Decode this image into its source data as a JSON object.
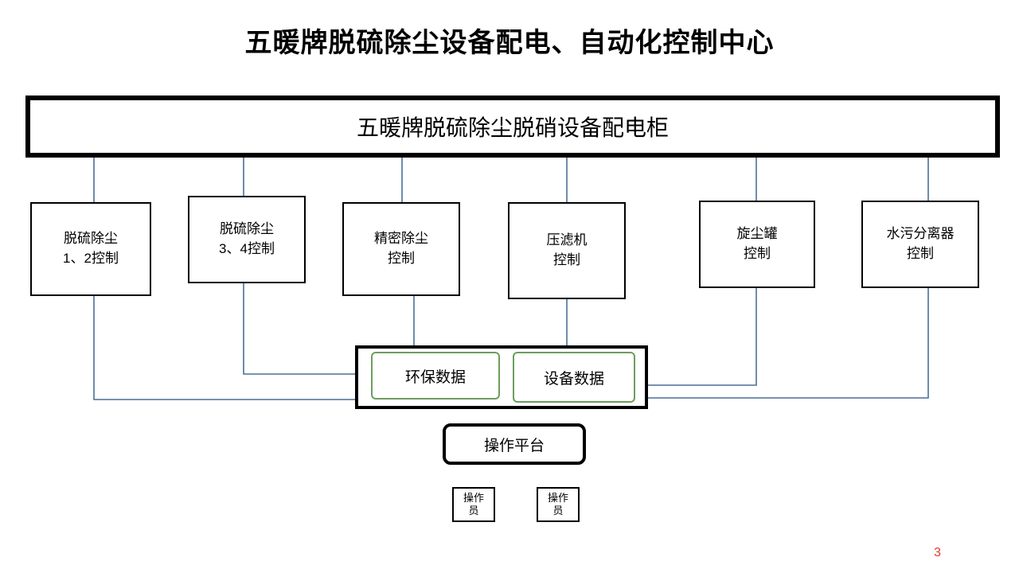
{
  "slide": {
    "title": "五暖牌脱硫除尘设备配电、自动化控制中心",
    "page_number": "3",
    "accent_color": "#6b9e5e",
    "line_color": "#4a6f95",
    "page_number_color": "#e03a2f"
  },
  "main_cabinet": {
    "label": "五暖牌脱硫除尘脱硝设备配电柜"
  },
  "controls": [
    {
      "name": "desulfurization-dedusting-1-2",
      "label": "脱硫除尘\n1、2控制"
    },
    {
      "name": "desulfurization-dedusting-3-4",
      "label": "脱硫除尘\n3、4控制"
    },
    {
      "name": "precision-dedusting",
      "label": "精密除尘\n控制"
    },
    {
      "name": "filter-press",
      "label": "压滤机\n控制"
    },
    {
      "name": "cyclone-tank",
      "label": "旋尘罐\n控制"
    },
    {
      "name": "water-sludge-separator",
      "label": "水污分离器\n控制"
    }
  ],
  "data_group": {
    "environment_label": "环保数据",
    "equipment_label": "设备数据"
  },
  "platform": {
    "label": "操作平台"
  },
  "operators": [
    {
      "label": "操作\n员"
    },
    {
      "label": "操作\n员"
    }
  ]
}
